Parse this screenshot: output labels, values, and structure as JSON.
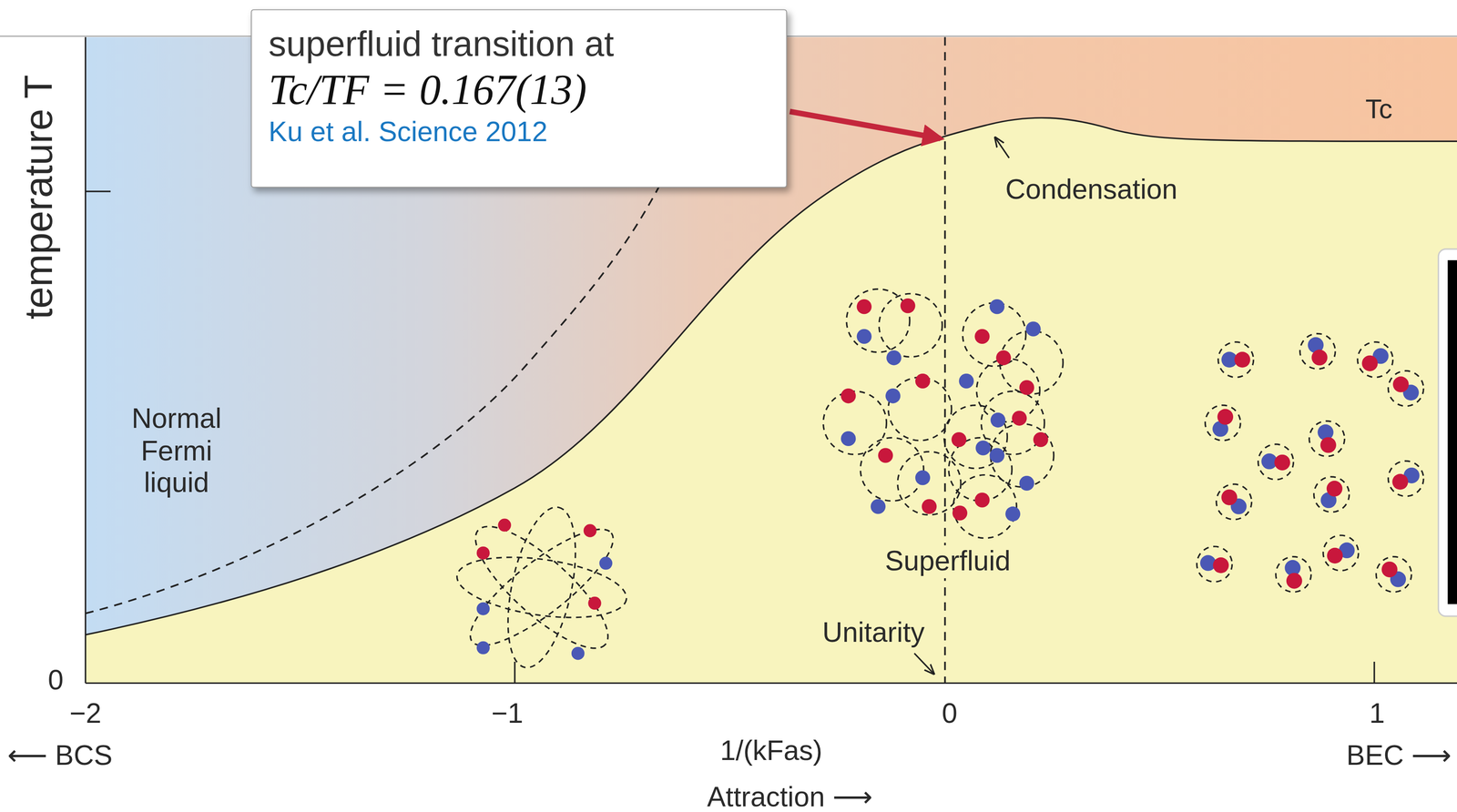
{
  "diagram": {
    "nodes": [
      {
        "text": [
          "superfluid transition at",
          "Tc/TF = 0.167(13)",
          "Ku et al. Science 2012"
        ]
      }
    ],
    "labels": [
      "temperature T",
      "0",
      "Normal Fermi liquid",
      "Tc",
      "Condensation",
      "Superfluid",
      "Unitarity",
      "−2",
      "−1",
      "0",
      "1",
      "⟵ BCS",
      "1/(kFas)",
      "BEC ⟶",
      "Attraction ⟶"
    ]
  }
}
